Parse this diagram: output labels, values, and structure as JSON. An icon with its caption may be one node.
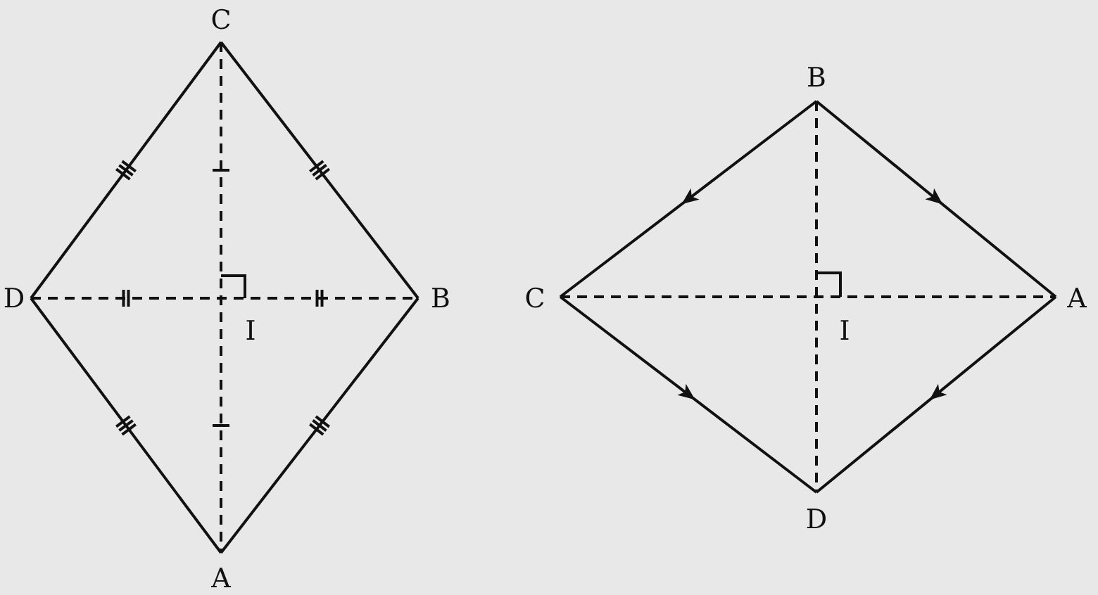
{
  "diagram": {
    "labels": [
      "C",
      "D",
      "I",
      "B",
      "A",
      "B",
      "C",
      "I",
      "A",
      "D"
    ]
  }
}
